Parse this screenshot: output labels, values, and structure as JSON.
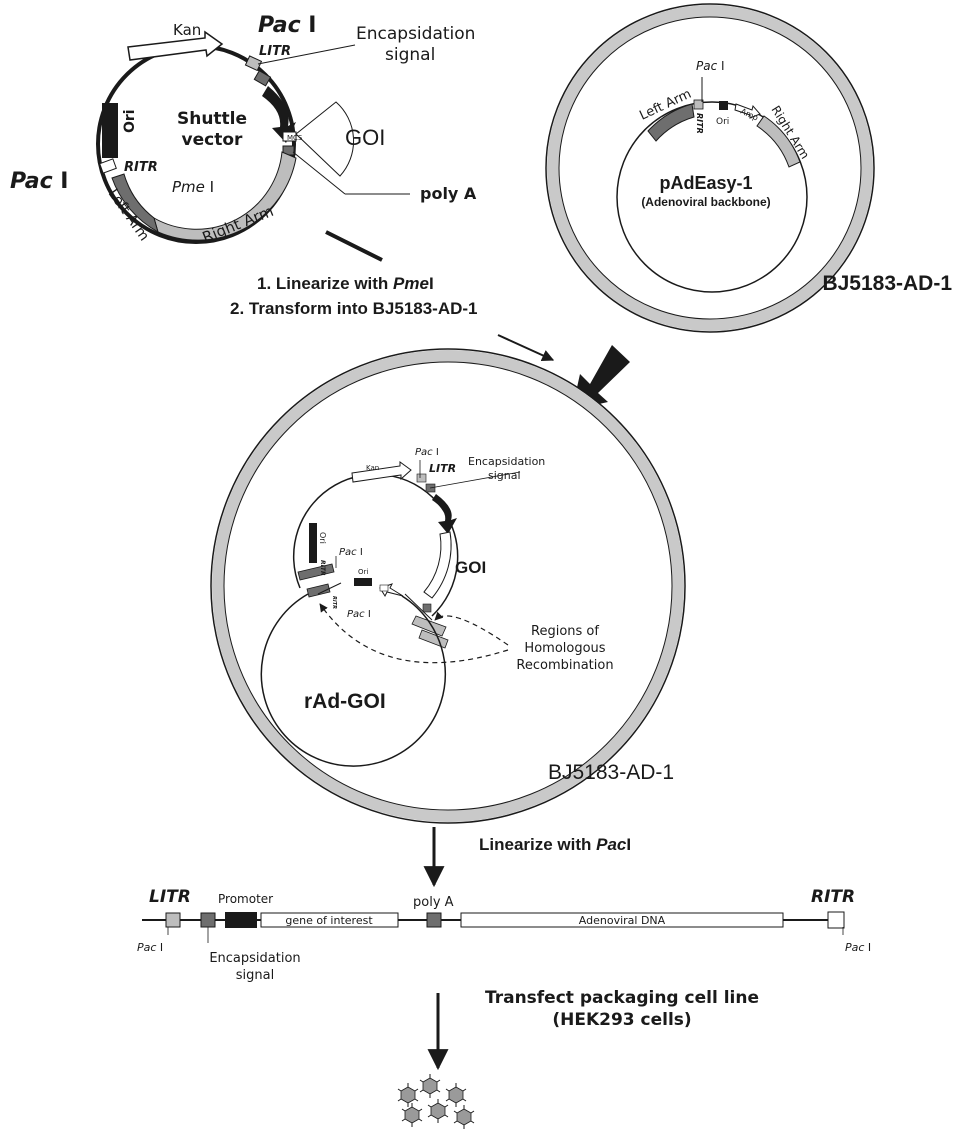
{
  "shuttle": {
    "kan": "Kan",
    "pac_top": "Pac",
    "pac_top_suffix": " I",
    "litr": "LITR",
    "encap_line1": "Encapsidation",
    "encap_line2": "signal",
    "title_line1": "Shuttle",
    "title_line2": "vector",
    "ori": "Ori",
    "mcs": "MCS",
    "goi": "GOI",
    "pac_left": "Pac",
    "pac_left_suffix": " I",
    "ritr": "RITR",
    "pme": "Pme",
    "pme_suffix": " I",
    "left_arm": "Left Arm",
    "right_arm": "Right Arm",
    "poly_a": "poly A"
  },
  "pad": {
    "pac": "Pac",
    "pac_suffix": " I",
    "left_arm": "Left Arm",
    "ritr": "RITR",
    "ori": "Ori",
    "amp": "Amp",
    "right_arm": "Right Arm",
    "title": "pAdEasy-1",
    "subtitle": "(Adenoviral backbone)",
    "cell": "BJ5183-AD-1"
  },
  "step1": {
    "line1_prefix": "1. Linearize with ",
    "line1_em": "Pme",
    "line1_suffix": "I",
    "line2": "2. Transform into BJ5183-AD-1"
  },
  "recomb": {
    "pac_top": "Pac",
    "pac_top_suffix": " I",
    "kan": "Kan",
    "litr": "LITR",
    "encap_line1": "Encapsidation",
    "encap_line2": "signal",
    "ori_top": "Ori",
    "ritr_top": "RITR",
    "pac_mid": "Pac",
    "pac_mid_suffix": " I",
    "ori_bottom": "Ori",
    "ritr_bottom": "RITR",
    "pac_bottom": "Pac",
    "pac_bottom_suffix": " I",
    "goi": "GOI",
    "regions_line1": "Regions of",
    "regions_line2": "Homologous",
    "regions_line3": "Recombination",
    "title": "rAd-GOI",
    "cell": "BJ5183-AD-1"
  },
  "step2": {
    "prefix": "Linearize with ",
    "em": "Pac",
    "suffix": "I"
  },
  "linear": {
    "litr": "LITR",
    "promoter": "Promoter",
    "gene": "gene of interest",
    "poly_a": "poly A",
    "adeno": "Adenoviral DNA",
    "ritr": "RITR",
    "pac_left": "Pac",
    "pac_left_suffix": " I",
    "encap_line1": "Encapsidation",
    "encap_line2": "signal",
    "pac_right": "Pac",
    "pac_right_suffix": " I"
  },
  "step3": {
    "line1": "Transfect packaging cell line",
    "line2": "(HEK293 cells)"
  },
  "colors": {
    "dark": "#1a1a1a",
    "mid_grey": "#6e6e6e",
    "light_grey": "#bdbdbd",
    "cell_fill": "#c9c9c9"
  }
}
